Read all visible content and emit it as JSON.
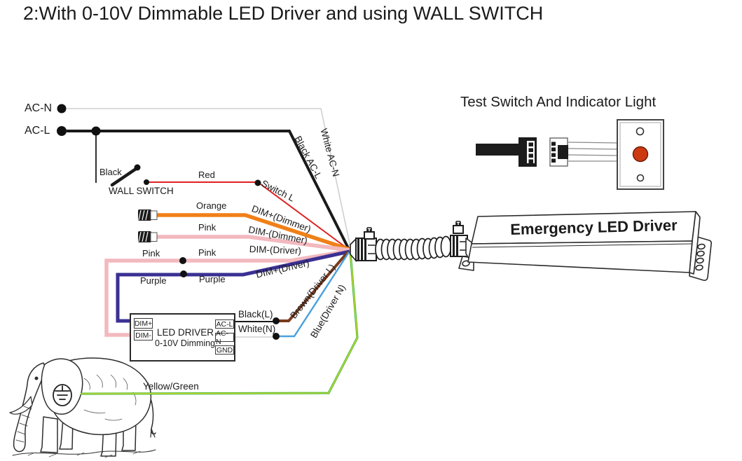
{
  "title": "2:With 0-10V Dimmable LED Driver and using WALL SWITCH",
  "terminals": {
    "ac_n": "AC-N",
    "ac_l": "AC-L"
  },
  "wall_switch": {
    "name": "WALL SWITCH",
    "input_wire": "Black",
    "output_wire": "Red"
  },
  "input_wires": {
    "orange": "Orange",
    "pink_dimmer": "Pink",
    "pink_driver_left": "Pink",
    "pink_driver_right": "Pink",
    "purple_left": "Purple",
    "purple_right": "Purple"
  },
  "fan_labels": {
    "switch_l": "Switch L",
    "dim_plus_dimmer": "DIM+(Dimmer)",
    "dim_minus_dimmer": "DIM-(Dimmer)",
    "dim_minus_driver": "DIM-(Driver)",
    "dim_plus_driver": "DIM+(Driver)",
    "black_ac_l": "Black  AC-L",
    "white_ac_n": "White  AC-N",
    "brown_driver_l": "Brown(Driver L)",
    "blue_driver_n": "Blue(Driver N)"
  },
  "led_driver": {
    "title": "LED DRIVER",
    "subtitle": "0-10V Dimming",
    "dim_plus": "DIM+",
    "dim_minus": "DIM-",
    "ac_l": "AC-L",
    "ac_n": "AC-N",
    "gnd": "GND",
    "black_l": "Black(L)",
    "white_n": "White(N)"
  },
  "ground_wire_label": "Yellow/Green",
  "emergency_driver": {
    "label": "Emergency LED Driver"
  },
  "test_switch": {
    "title": "Test Switch And Indicator Light"
  },
  "colors": {
    "black": "#1a1a1a",
    "white_wire": "#cfcfcf",
    "red": "#e02121",
    "orange": "#f08018",
    "pink": "#f2b9be",
    "purple": "#3a3093",
    "brown": "#7a3b1d",
    "blue": "#4aa0dc",
    "green": "#3cb428",
    "yellow": "#ece23c",
    "indicator_button": "#cc3a12"
  }
}
